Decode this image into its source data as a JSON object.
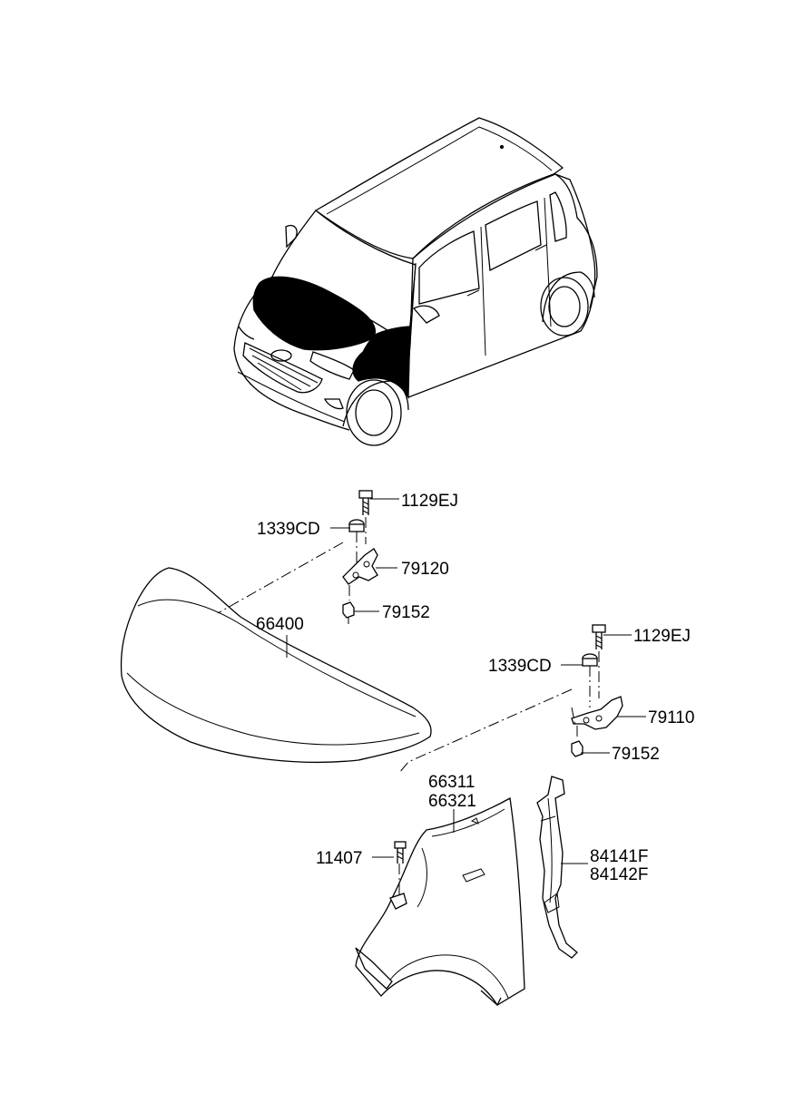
{
  "colors": {
    "ink": "#000000",
    "paper": "#ffffff"
  },
  "labels": {
    "bolt_upper_left": "1129EJ",
    "washer_upper_left": "1339CD",
    "hinge_left": "79120",
    "nut_upper_left": "79152",
    "hood": "66400",
    "bolt_upper_right": "1129EJ",
    "washer_upper_right": "1339CD",
    "hinge_right": "79110",
    "nut_upper_right": "79152",
    "fender_1": "66311",
    "fender_2": "66321",
    "fender_bolt": "11407",
    "insulator_1": "84141F",
    "insulator_2": "84142F"
  }
}
